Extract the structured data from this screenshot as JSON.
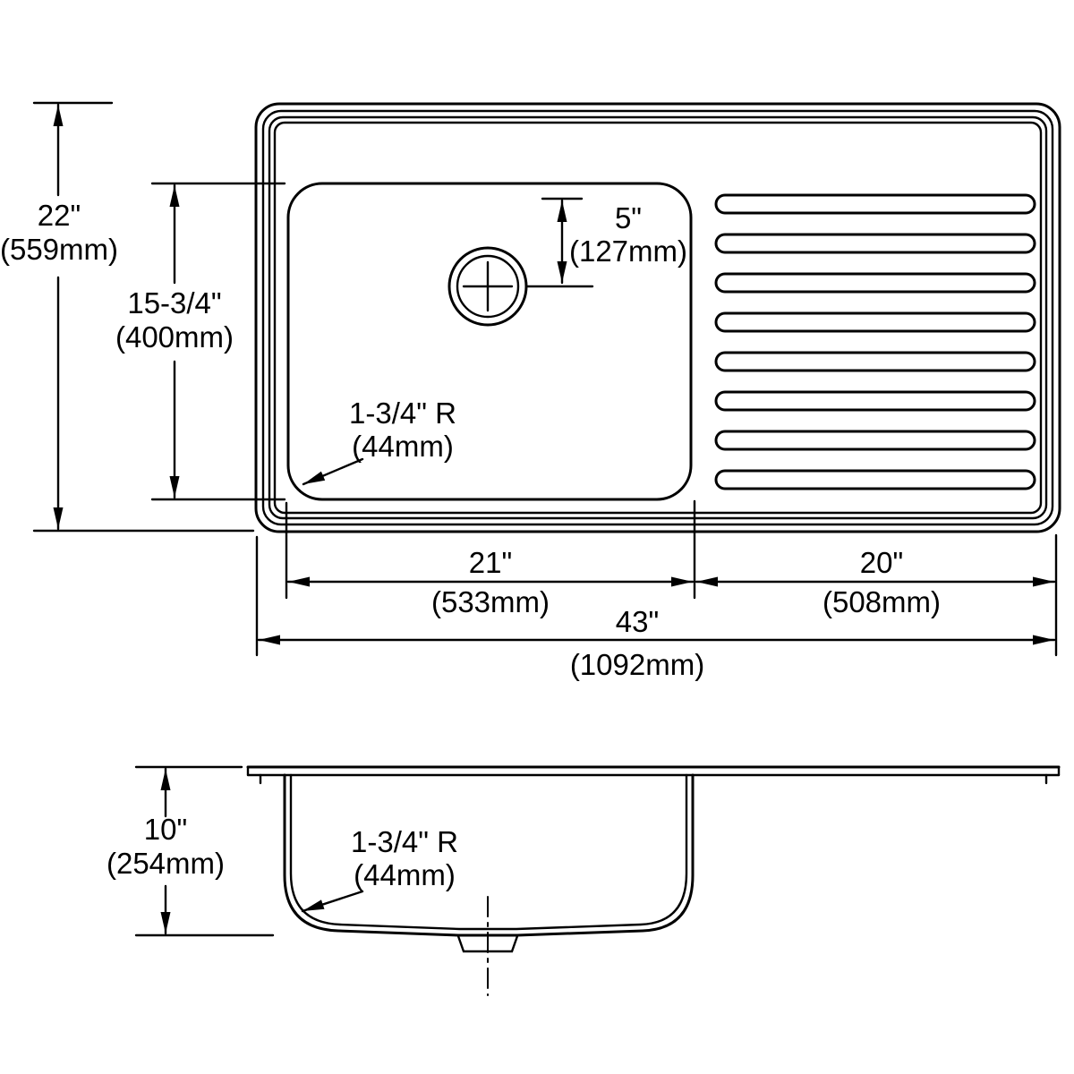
{
  "page": {
    "background": "#ffffff",
    "line_color": "#000000",
    "description": "Technical dimension drawing of a single-bowl kitchen sink with right-hand drainboard, top view and side section view"
  },
  "top_view": {
    "overall_height_in": "22\"",
    "overall_height_mm": "(559mm)",
    "bowl_depth_in": "15-3/4\"",
    "bowl_depth_mm": "(400mm)",
    "drain_offset_in": "5\"",
    "drain_offset_mm": "(127mm)",
    "corner_radius_in": "1-3/4\" R",
    "corner_radius_mm": "(44mm)",
    "bowl_width_in": "21\"",
    "bowl_width_mm": "(533mm)",
    "drainboard_width_in": "20\"",
    "drainboard_width_mm": "(508mm)",
    "overall_width_in": "43\"",
    "overall_width_mm": "(1092mm)"
  },
  "side_view": {
    "depth_in": "10\"",
    "depth_mm": "(254mm)",
    "corner_radius_in": "1-3/4\" R",
    "corner_radius_mm": "(44mm)"
  }
}
